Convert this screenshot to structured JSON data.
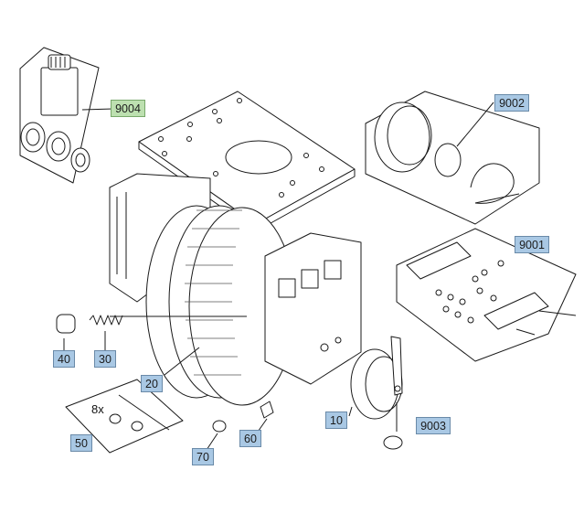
{
  "diagram": {
    "title": "Drive wheel assembly exploded view",
    "callouts": [
      {
        "id": "9004",
        "label": "9004",
        "color": "green"
      },
      {
        "id": "9002",
        "label": "9002",
        "color": "blue"
      },
      {
        "id": "9001",
        "label": "9001",
        "color": "blue"
      },
      {
        "id": "9003",
        "label": "9003",
        "color": "blue"
      },
      {
        "id": "40",
        "label": "40",
        "color": "blue"
      },
      {
        "id": "30",
        "label": "30",
        "color": "blue"
      },
      {
        "id": "20",
        "label": "20",
        "color": "blue"
      },
      {
        "id": "10",
        "label": "10",
        "color": "blue"
      },
      {
        "id": "50",
        "label": "50",
        "color": "blue"
      },
      {
        "id": "70",
        "label": "70",
        "color": "blue"
      },
      {
        "id": "60",
        "label": "60",
        "color": "blue"
      }
    ],
    "quantity_note": "8x",
    "colors": {
      "callout_blue": "#a9c8e4",
      "callout_green": "#bde0b0",
      "line": "#1a1a1a"
    }
  }
}
